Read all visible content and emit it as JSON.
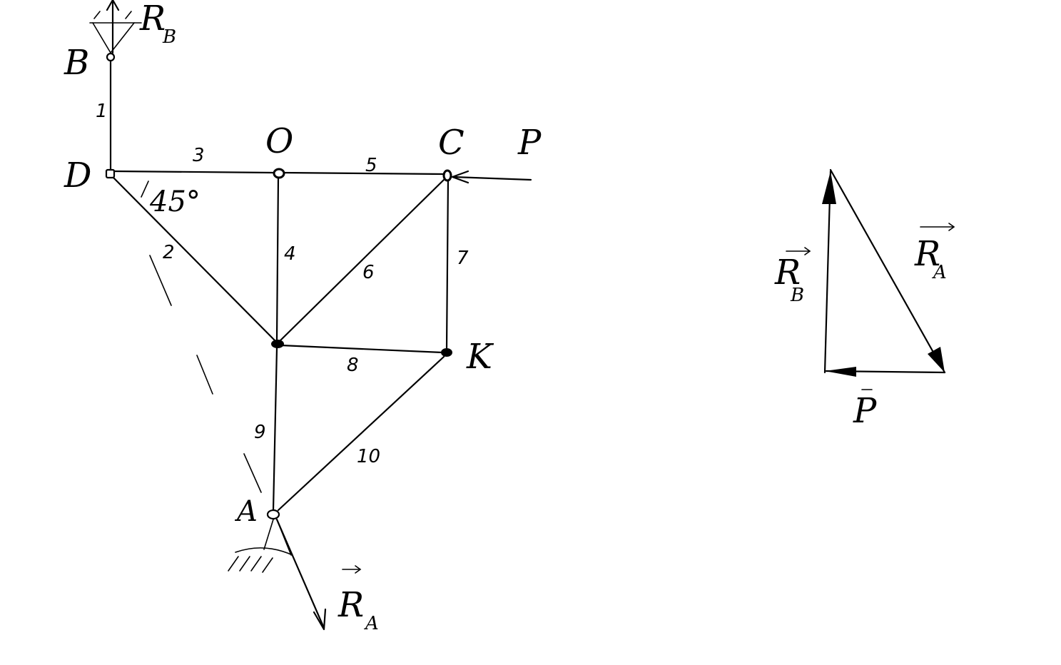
{
  "nodes": {
    "B": "B",
    "D": "D",
    "O": "O",
    "C": "C",
    "K": "K",
    "A": "A"
  },
  "bars": [
    "1",
    "2",
    "3",
    "4",
    "5",
    "6",
    "7",
    "8",
    "9",
    "10"
  ],
  "angle_label": "45°",
  "forces": {
    "P": "P",
    "R_B": "R",
    "R_B_sub": "B",
    "R_A": "R",
    "R_A_sub": "A"
  },
  "force_triangle": {
    "R_B": "R",
    "R_B_sub": "B",
    "R_A": "R",
    "R_A_sub": "A",
    "P": "P"
  }
}
